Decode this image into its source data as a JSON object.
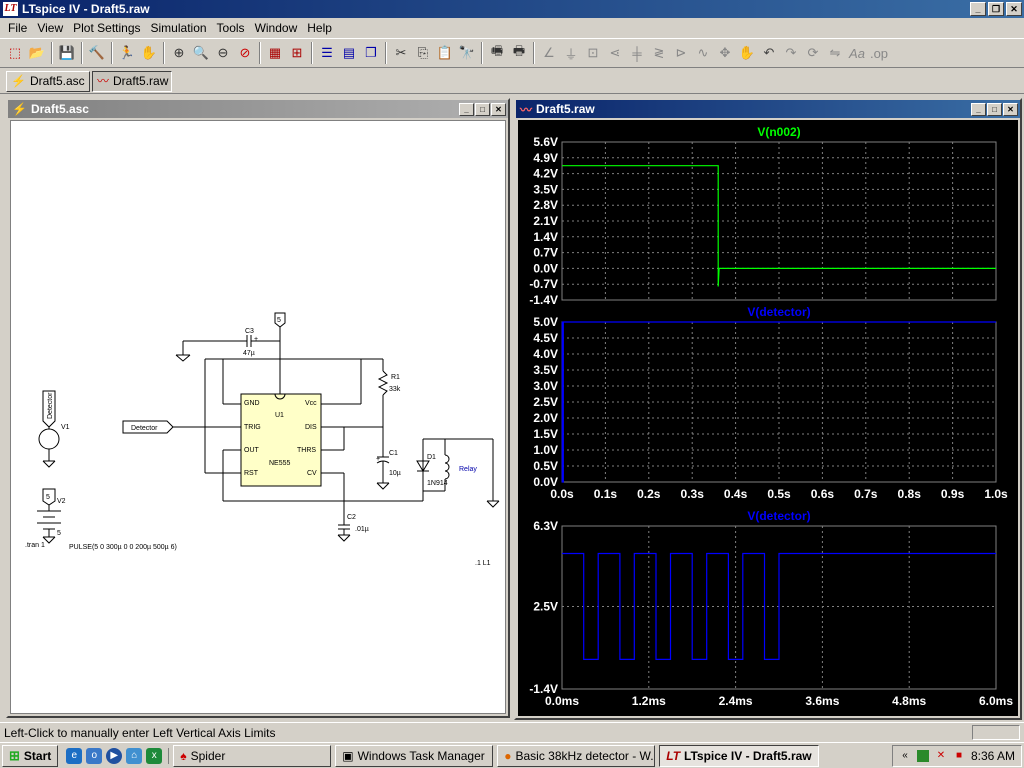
{
  "app": {
    "title": "LTspice IV - Draft5.raw",
    "logo": "LT"
  },
  "menu": [
    "File",
    "View",
    "Plot Settings",
    "Simulation",
    "Tools",
    "Window",
    "Help"
  ],
  "toolbar_icons": [
    "new-schematic",
    "open",
    "save",
    "hammer",
    "run",
    "halt",
    "zoom-in",
    "zoom-pan",
    "zoom-out",
    "zoom-cancel",
    "autorange",
    "mark-ref",
    "tile-horiz",
    "tile-vert",
    "cascade",
    "cut",
    "copy",
    "paste",
    "find",
    "print-setup",
    "print",
    "wire",
    "ground",
    "label",
    "component",
    "resistor",
    "capacitor",
    "inductor",
    "diode",
    "move",
    "drag",
    "undo",
    "redo",
    "rotate",
    "mirror",
    "text",
    "spice-directive"
  ],
  "tabs": [
    {
      "label": "Draft5.asc",
      "icon": "schematic-icon"
    },
    {
      "label": "Draft5.raw",
      "icon": "waveform-icon"
    }
  ],
  "schematic_window": {
    "title": "Draft5.asc",
    "labels": {
      "c3": "C3",
      "c3_val": "47µ",
      "r1": "R1",
      "r1_val": "33k",
      "u1": "U1",
      "u1_part": "NE555",
      "pins": {
        "gnd": "GND",
        "vcc": "Vcc",
        "trig": "TRIG",
        "dis": "DIS",
        "out": "OUT",
        "thrs": "THRS",
        "rst": "RST",
        "cv": "CV"
      },
      "c1": "C1",
      "c1_val": "10µ",
      "c2": "C2",
      "c2_val": ".01µ",
      "d1": "D1",
      "d1_part": "1N914",
      "relay": "Relay",
      "v1": "V1",
      "v2": "V2",
      "v2_val": "5",
      "detector_net": "Detector",
      "detector_label": "Detector",
      "power_flag": "5",
      "tran": ".tran 1",
      "pulse": "PULSE(5 0 300µ 0 0 200µ 500µ 6)",
      "l1_label": ".1   L1"
    }
  },
  "plot_window": {
    "title": "Draft5.raw",
    "colors": {
      "green": "#00ff00",
      "blue": "#0000ff",
      "grid": "#808080",
      "axis_text": "#ffffff"
    }
  },
  "chart_data": [
    {
      "type": "line",
      "title": "V(n002)",
      "ylim": [
        -1.4,
        5.6
      ],
      "yticks": [
        "5.6V",
        "4.9V",
        "4.2V",
        "3.5V",
        "2.8V",
        "2.1V",
        "1.4V",
        "0.7V",
        "0.0V",
        "-0.7V",
        "-1.4V"
      ],
      "ytick_values": [
        5.6,
        4.9,
        4.2,
        3.5,
        2.8,
        2.1,
        1.4,
        0.7,
        0.0,
        -0.7,
        -1.4
      ],
      "xlim": [
        0,
        1.0
      ],
      "series": [
        {
          "color": "#00ff00",
          "x": [
            0,
            0.36,
            0.36,
            0.362,
            0.363,
            1.0
          ],
          "y": [
            4.55,
            4.55,
            -0.8,
            0.0,
            0.0,
            0.0
          ]
        }
      ]
    },
    {
      "type": "line",
      "title": "V(detector)",
      "ylim": [
        0,
        5.0
      ],
      "yticks": [
        "5.0V",
        "4.5V",
        "4.0V",
        "3.5V",
        "3.0V",
        "2.5V",
        "2.0V",
        "1.5V",
        "1.0V",
        "0.5V",
        "0.0V"
      ],
      "ytick_values": [
        5.0,
        4.5,
        4.0,
        3.5,
        3.0,
        2.5,
        2.0,
        1.5,
        1.0,
        0.5,
        0.0
      ],
      "xlim": [
        0,
        1.0
      ],
      "xticks": [
        "0.0s",
        "0.1s",
        "0.2s",
        "0.3s",
        "0.4s",
        "0.5s",
        "0.6s",
        "0.7s",
        "0.8s",
        "0.9s",
        "1.0s"
      ],
      "xtick_values": [
        0,
        0.1,
        0.2,
        0.3,
        0.4,
        0.5,
        0.6,
        0.7,
        0.8,
        0.9,
        1.0
      ],
      "series": [
        {
          "color": "#0000ff",
          "x": [
            0,
            0.0005,
            0.0005,
            0.003,
            0.003,
            1.0
          ],
          "y": [
            5.0,
            5.0,
            0.0,
            0.0,
            5.0,
            5.0
          ]
        }
      ]
    },
    {
      "type": "line",
      "title": "V(detector)",
      "ylim": [
        -1.4,
        6.3
      ],
      "yticks": [
        "6.3V",
        "2.5V",
        "-1.4V"
      ],
      "ytick_values": [
        6.3,
        2.5,
        -1.4
      ],
      "xlim": [
        0,
        6.0
      ],
      "xticks": [
        "0.0ms",
        "1.2ms",
        "2.4ms",
        "3.6ms",
        "4.8ms",
        "6.0ms"
      ],
      "xtick_values": [
        0,
        1.2,
        2.4,
        3.6,
        4.8,
        6.0
      ],
      "series": [
        {
          "color": "#0000ff",
          "x": [
            0,
            0.3,
            0.3,
            0.5,
            0.5,
            0.8,
            0.8,
            1.0,
            1.0,
            1.3,
            1.3,
            1.5,
            1.5,
            1.8,
            1.8,
            2.0,
            2.0,
            2.3,
            2.3,
            2.5,
            2.5,
            2.8,
            2.8,
            3.0,
            3.0,
            6.0
          ],
          "y": [
            5,
            5,
            0,
            0,
            5,
            5,
            0,
            0,
            5,
            5,
            0,
            0,
            5,
            5,
            0,
            0,
            5,
            5,
            0,
            0,
            5,
            5,
            0,
            0,
            5,
            5
          ]
        }
      ]
    }
  ],
  "status": {
    "text": "Left-Click to manually enter Left Vertical Axis Limits"
  },
  "taskbar": {
    "start": "Start",
    "tasks": [
      {
        "label": "Spider",
        "active": false
      },
      {
        "label": "Windows Task Manager",
        "active": false
      },
      {
        "label": "Basic 38kHz detector - W...",
        "active": false
      },
      {
        "label": "LTspice IV - Draft5.raw",
        "active": true
      }
    ],
    "clock": "8:36 AM",
    "tray_chevron": "«"
  }
}
